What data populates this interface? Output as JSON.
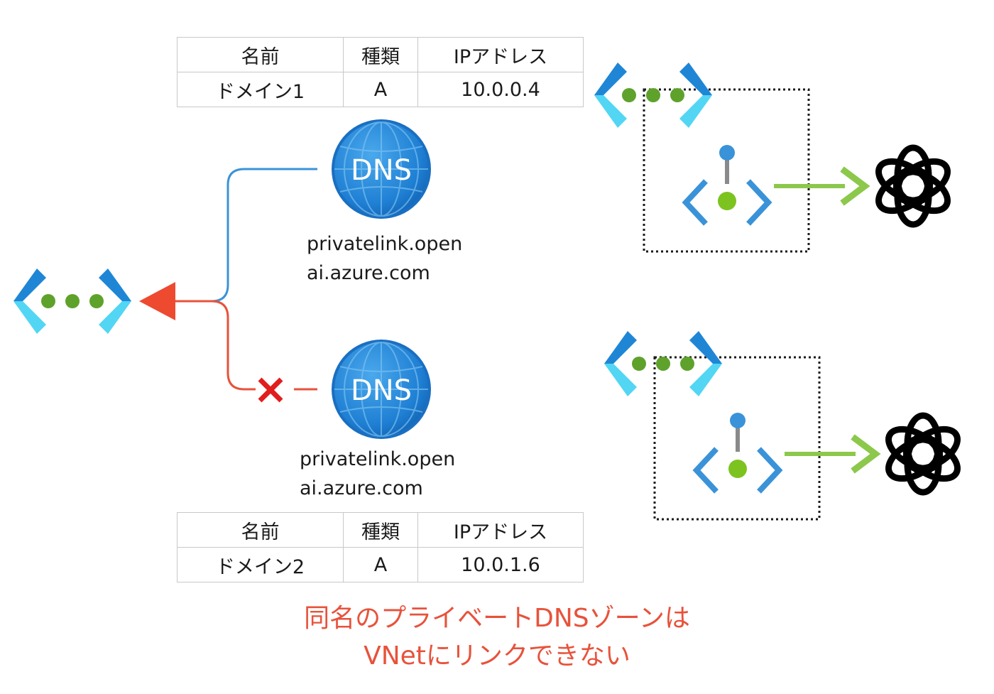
{
  "tables": {
    "top": {
      "headers": [
        "名前",
        "種類",
        "IPアドレス"
      ],
      "row": [
        "ドメイン1",
        "A",
        "10.0.0.4"
      ]
    },
    "bottom": {
      "headers": [
        "名前",
        "種類",
        "IPアドレス"
      ],
      "row": [
        "ドメイン2",
        "A",
        "10.0.1.6"
      ]
    }
  },
  "dns_zones": {
    "top": {
      "icon_text": "DNS",
      "label_line1": "privatelink.open",
      "label_line2": "ai.azure.com"
    },
    "bottom": {
      "icon_text": "DNS",
      "label_line1": "privatelink.open",
      "label_line2": "ai.azure.com"
    }
  },
  "caption": {
    "line1": "同名のプライベートDNSゾーンは",
    "line2": "VNetにリンクできない"
  },
  "colors": {
    "link_ok": "#3a93d8",
    "link_blocked": "#e8523b",
    "x_mark": "#e01e1e",
    "private_endpoint_arrow": "#8cc84b",
    "caption": "#e8523b"
  },
  "icons": [
    "vnet-icon",
    "dns-zone-icon",
    "private-endpoint-icon",
    "openai-icon",
    "block-x-icon"
  ]
}
